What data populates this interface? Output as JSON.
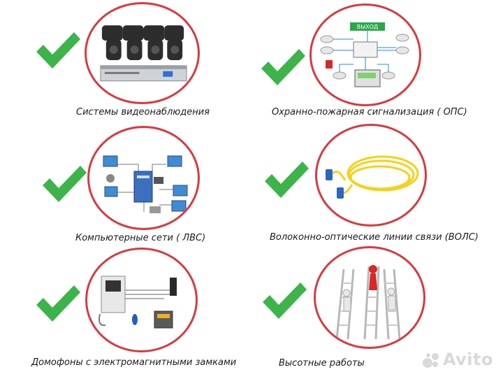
{
  "services": [
    {
      "caption": "Системы видеонаблюдения",
      "icon": "cctv-cameras-dvr-icon"
    },
    {
      "caption": "Охранно-пожарная сигнализация ( ОПС)",
      "icon": "fire-alarm-diagram-icon",
      "exit_sign": "ВЫХОД"
    },
    {
      "caption": "Компьютерные сети ( ЛВС)",
      "icon": "computer-network-icon"
    },
    {
      "caption": "Волоконно-оптические линии связи (ВОЛС)",
      "icon": "fiber-optic-cable-icon"
    },
    {
      "caption": "Домофоны с электромагнитными замками",
      "icon": "intercom-lock-icon"
    },
    {
      "caption": "Высотные работы",
      "icon": "ladders-icon"
    }
  ],
  "watermark": {
    "text": "Avito"
  },
  "colors": {
    "check": "#3cb44a",
    "circle_border": "#d63a3f"
  }
}
